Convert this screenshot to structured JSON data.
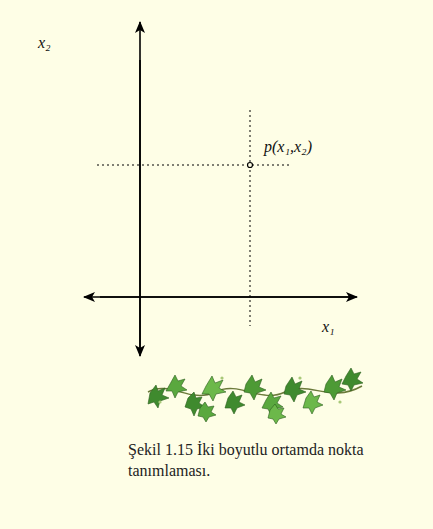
{
  "diagram": {
    "caption": "Şekil 1.15 İki boyutlu ortamda nokta tanımlaması.",
    "labels": [
      "x₂",
      "p(x₁,x₂)",
      "x₁"
    ]
  }
}
